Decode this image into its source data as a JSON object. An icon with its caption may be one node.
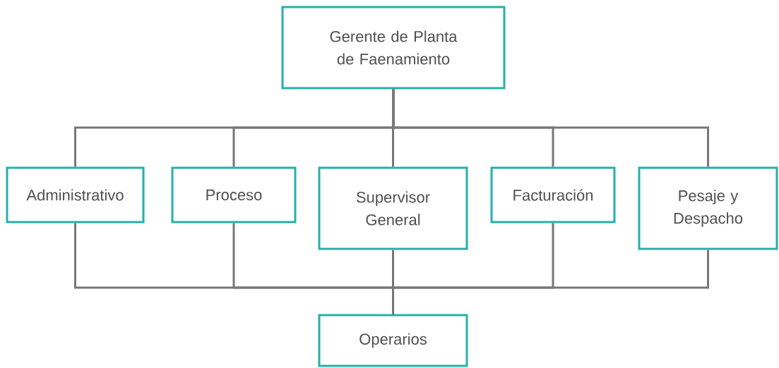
{
  "diagram": {
    "nodes": [
      {
        "text": [
          "Gerente de Planta de Faenamiento"
        ]
      },
      {
        "text": [
          "Administrativo"
        ]
      },
      {
        "text": [
          "Proceso"
        ]
      },
      {
        "text": [
          "Supervisor General"
        ]
      },
      {
        "text": [
          "Facturación"
        ]
      },
      {
        "text": [
          "Pesaje y Despacho"
        ]
      },
      {
        "text": [
          "Operarios"
        ]
      }
    ],
    "edges": [
      {
        "from": 0,
        "to": 1,
        "arrow": "none"
      },
      {
        "from": 0,
        "to": 2,
        "arrow": "none"
      },
      {
        "from": 0,
        "to": 3,
        "arrow": "none"
      },
      {
        "from": 0,
        "to": 4,
        "arrow": "none"
      },
      {
        "from": 0,
        "to": 5,
        "arrow": "none"
      },
      {
        "from": 1,
        "to": 6,
        "arrow": "none"
      },
      {
        "from": 2,
        "to": 6,
        "arrow": "none"
      },
      {
        "from": 3,
        "to": 6,
        "arrow": "none"
      },
      {
        "from": 4,
        "to": 6,
        "arrow": "none"
      },
      {
        "from": 5,
        "to": 6,
        "arrow": "none"
      }
    ]
  }
}
